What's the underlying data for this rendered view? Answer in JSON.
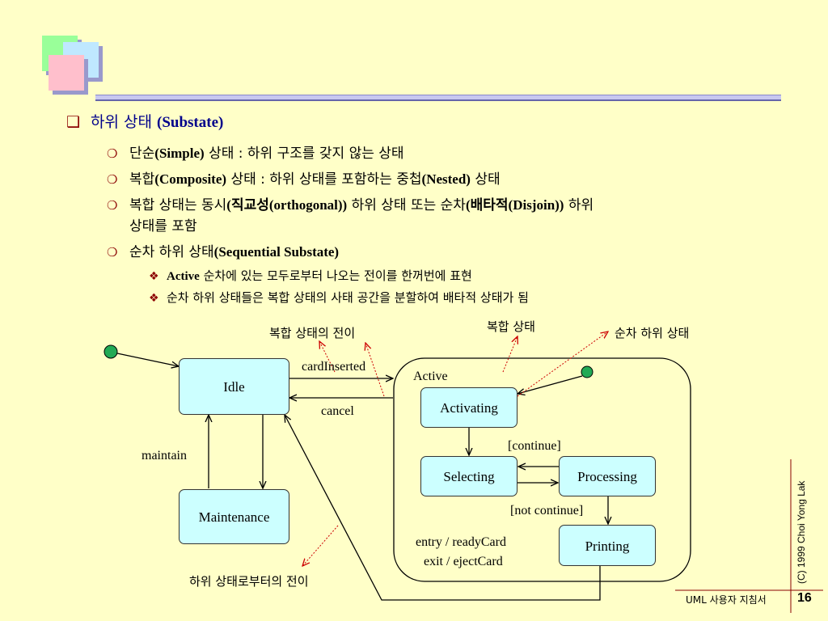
{
  "title": {
    "prefix": "하위 상태 ",
    "emph": "(Substate)"
  },
  "bullets": [
    {
      "pre": "단순",
      "emph": "(Simple)",
      "post": " 상태 : 하위 구조를 갖지 않는 상태"
    },
    {
      "pre": "복합",
      "emph": "(Composite)",
      "post": " 상태 : 하위 상태를 포함하는 중첩",
      "emph2": "(Nested)",
      "post2": " 상태"
    },
    {
      "pre": "복합 상태는 동시",
      "emph": "(직교성(orthogonal))",
      "post": " 하위 상태 또는 순차",
      "emph2": "(배타적(Disjoin))",
      "post2": " 하위",
      "line2": "상태를 포함"
    },
    {
      "pre": "순차 하위 상태",
      "emph": "(Sequential Substate)",
      "post": ""
    }
  ],
  "subbullets": [
    {
      "emph": "Active",
      "post": " 순차에 있는 모두로부터 나오는 전이를 한꺼번에 표현"
    },
    {
      "emph": "",
      "post": "순차 하위 상태들은 복합 상태의 사태 공간을 분할하여 배타적 상태가 됨"
    }
  ],
  "diagram": {
    "states": {
      "idle": "Idle",
      "maintenance": "Maintenance",
      "activating": "Activating",
      "selecting": "Selecting",
      "processing": "Processing",
      "printing": "Printing"
    },
    "composite_label": "Active",
    "composite_actions": [
      "entry / readyCard",
      "exit / ejectCard"
    ],
    "transitions": {
      "card_inserted": "cardInserted",
      "cancel": "cancel",
      "maintain": "maintain",
      "continue": "[continue]",
      "not_continue": "[not continue]"
    },
    "callouts": {
      "composite_transition": "복합 상태의 전이",
      "composite_state": "복합 상태",
      "sequential_substate": "순차 하위 상태",
      "from_substate": "하위 상태로부터의 전이"
    }
  },
  "footer": {
    "copyright": "(C) 1999  Choi Yong Lak",
    "book": "UML 사용자 지침서",
    "page": "16"
  },
  "colors": {
    "background": "#FFFFC8",
    "state_fill": "#CCFFFF",
    "initial_dot": "#22AA55",
    "title_blue": "#00008B",
    "bullet_red": "#8B0000"
  }
}
